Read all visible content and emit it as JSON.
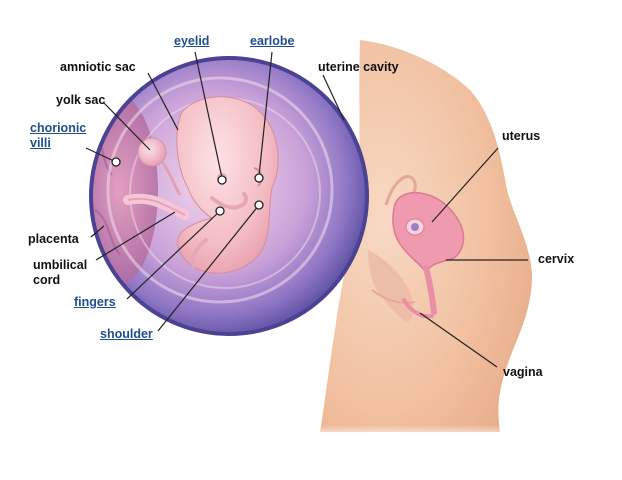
{
  "colors": {
    "link": "#1f4f8f",
    "text": "#111111",
    "leader": "#222222",
    "skin": "#f3c3a4",
    "sac_rim": "#5d55a8",
    "embryo": "#f4bcc4",
    "uterus": "#f09ab0"
  },
  "labels": {
    "eyelid": "eyelid",
    "earlobe": "earlobe",
    "amniotic_sac": "amniotic sac",
    "uterine_cavity": "uterine cavity",
    "yolk_sac": "yolk sac",
    "chorionic_villi": "chorionic\nvilli",
    "uterus": "uterus",
    "placenta": "placenta",
    "umbilical_cord": "umbilical\ncord",
    "cervix": "cervix",
    "fingers": "fingers",
    "shoulder": "shoulder",
    "vagina": "vagina"
  },
  "hotspot_icon": "circle-marker-icon"
}
